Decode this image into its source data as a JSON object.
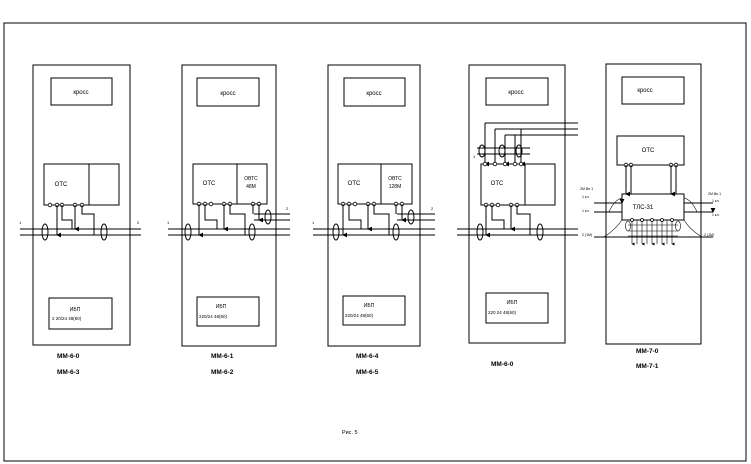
{
  "figure": {
    "caption": "Рис. 5",
    "racks": [
      {
        "kross_label": "кросс",
        "ots_label": "ОТС",
        "ots2_label": "",
        "ups_label": "ИБП",
        "ups_sub": "2 20/24 48(60)",
        "port_left": "1",
        "port_right": "2",
        "names": [
          "ММ-6-0",
          "ММ-6-3"
        ]
      },
      {
        "kross_label": "кросс",
        "ots_label": "ОТС",
        "ots2_label": "ОВТС 48М",
        "ups_label": "ИБП",
        "ups_sub": "220/24 48(60)",
        "port_left": "1",
        "port_right": "2",
        "names": [
          "ММ-6-1",
          "ММ-6-2"
        ]
      },
      {
        "kross_label": "кросс",
        "ots_label": "ОТС",
        "ots2_label": "ОВТС 128М",
        "ups_label": "ИБП",
        "ups_sub": "220/24 48(60)",
        "port_left": "1",
        "port_right": "2",
        "names": [
          "ММ-6-4",
          "ММ-6-5"
        ]
      },
      {
        "kross_label": "кросс",
        "ots_label": "ОТС",
        "ots2_label": "",
        "ups_label": "ИБП",
        "ups_sub": "220 24 48(60)",
        "port_left": "1",
        "port_right": "",
        "names": [
          "ММ-6-0"
        ]
      },
      {
        "kross_label": "кросс",
        "ots_label": "ОТС",
        "ots2_label": "",
        "ups_label": "",
        "ups_sub": "",
        "mux_label": "ТЛС-31",
        "side_left": [
          "2М Вн.1",
          "1 кл.",
          "1 кл.",
          "2 (1М)"
        ],
        "side_right": [
          "2М Вн.1",
          "1 кл.",
          "1 кл.",
          "2 (1М)"
        ],
        "names": [
          "ММ-7-0",
          "ММ-7-1"
        ]
      }
    ]
  }
}
